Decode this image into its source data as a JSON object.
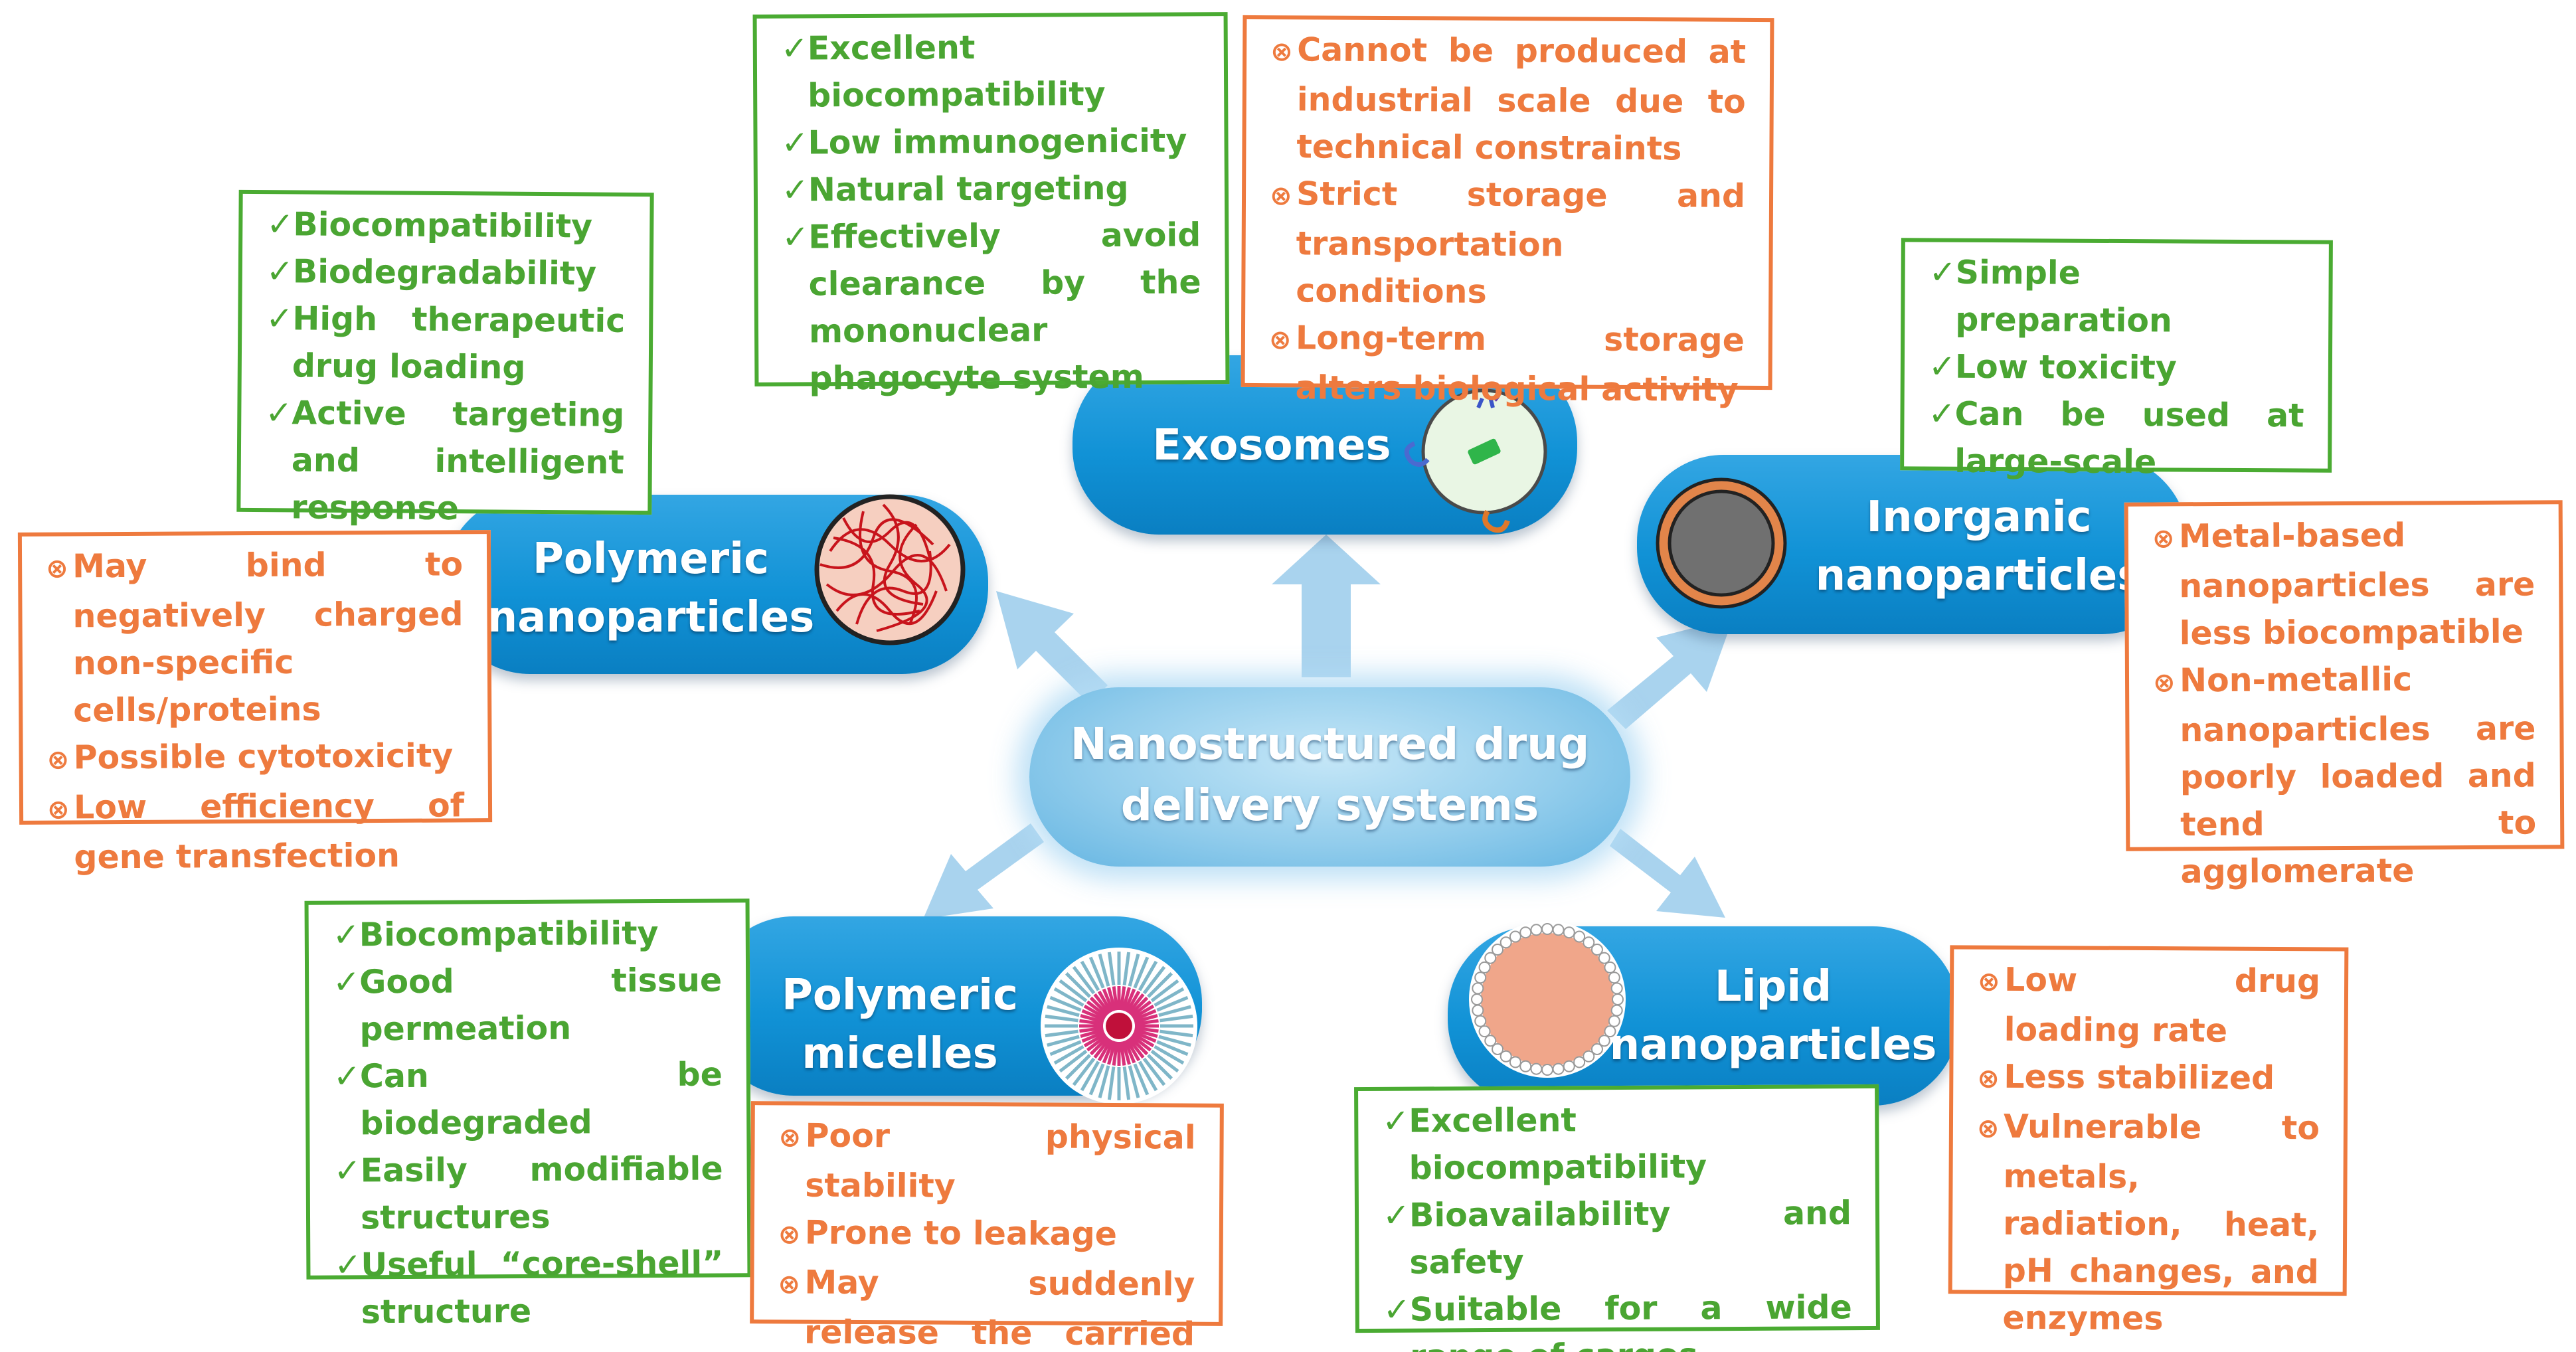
{
  "center": {
    "line1": "Nanostructured drug",
    "line2": "delivery systems"
  },
  "colors": {
    "pill": "#1192d6",
    "advantage": "#4aab32",
    "disadvantage": "#ee7a3e",
    "arrow": "#a9d3ee"
  },
  "markers": {
    "advantage": "✓",
    "disadvantage": "⊗"
  },
  "exosomes": {
    "label": "Exosomes",
    "pros": [
      "Excellent biocompatibility",
      "Low immunogenicity",
      "Natural targeting",
      "Effectively avoid clearance by the mononuclear phagocyte system"
    ],
    "cons": [
      "Cannot be produced at industrial scale due to technical constraints",
      "Strict storage and transportation conditions",
      "Long-term storage alters biological activity"
    ]
  },
  "polymeric": {
    "line1": "Polymeric",
    "line2": "nanoparticles",
    "pros": [
      "Biocompatibility",
      "Biodegradability",
      "High therapeutic drug loading",
      "Active targeting and intelligent response"
    ],
    "cons": [
      "May bind to negatively charged non-specific cells/proteins",
      "Possible cytotoxicity",
      "Low efficiency of gene transfection"
    ]
  },
  "inorganic": {
    "line1": "Inorganic",
    "line2": "nanoparticles",
    "pros": [
      "Simple preparation",
      "Low toxicity",
      "Can be used at large-scale"
    ],
    "cons": [
      "Metal-based nanoparticles are less biocompatible",
      "Non-metallic nanoparticles are poorly loaded and tend to agglomerate"
    ]
  },
  "micelles": {
    "line1": "Polymeric",
    "line2": "micelles",
    "pros": [
      "Biocompatibility",
      "Good tissue permeation",
      "Can be biodegraded",
      "Easily modifiable structures",
      "Useful “core-shell” structure"
    ],
    "cons": [
      "Poor physical stability",
      "Prone to leakage",
      "May suddenly release the carried cargo"
    ]
  },
  "lipid": {
    "line1": "Lipid",
    "line2": "nanoparticles",
    "pros": [
      "Excellent biocompatibility",
      "Bioavailability and safety",
      "Suitable for a wide range of cargos"
    ],
    "cons": [
      "Low drug loading rate",
      "Less stabilized",
      "Vulnerable to metals, radiation, heat, pH changes, and enzymes"
    ]
  }
}
